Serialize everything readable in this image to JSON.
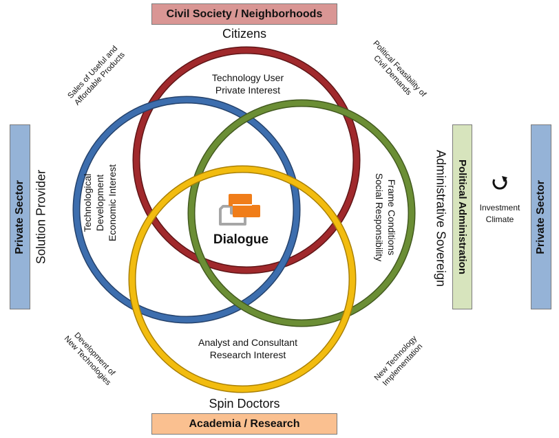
{
  "boxes": {
    "top": "Civil Society / Neighborhoods",
    "bottom": "Academia / Research",
    "left": "Private Sector",
    "right_political": "Political Administration",
    "right_private": "Private Sector"
  },
  "roles": {
    "top": "Citizens",
    "bottom": "Spin Doctors",
    "left": "Solution Provider",
    "right": "Administrative Sovereign"
  },
  "rings": {
    "red": [
      "Technology  User",
      "Private Interest"
    ],
    "blue": [
      "Technological",
      "Development",
      "Economic Interest"
    ],
    "green": [
      "Frame Conditions",
      "Social Responsibility"
    ],
    "yellow": [
      "Analyst and Consultant",
      "Research Interest"
    ]
  },
  "center": {
    "label": "Dialogue"
  },
  "corners": {
    "top_left": [
      "Sales of Useful and",
      "Affordable Products"
    ],
    "top_right": [
      "Political Feasibility of",
      "Civil Demands"
    ],
    "bottom_left": [
      "Development of",
      "New Technologies"
    ],
    "bottom_right": [
      "New Technology",
      "Implementation"
    ]
  },
  "investment": [
    "Investment",
    "Climate"
  ],
  "colors": {
    "top_box": "#d99694",
    "bottom_box": "#fac090",
    "left_box": "#95b3d7",
    "political_box": "#d7e4bd",
    "right_box": "#95b3d7",
    "ring_red": "#a0292c",
    "ring_blue": "#3d6eae",
    "ring_green": "#6b8e35",
    "ring_yellow": "#f2bc0f",
    "logo_orange": "#f07d19",
    "logo_gray": "#a6a6a6"
  }
}
